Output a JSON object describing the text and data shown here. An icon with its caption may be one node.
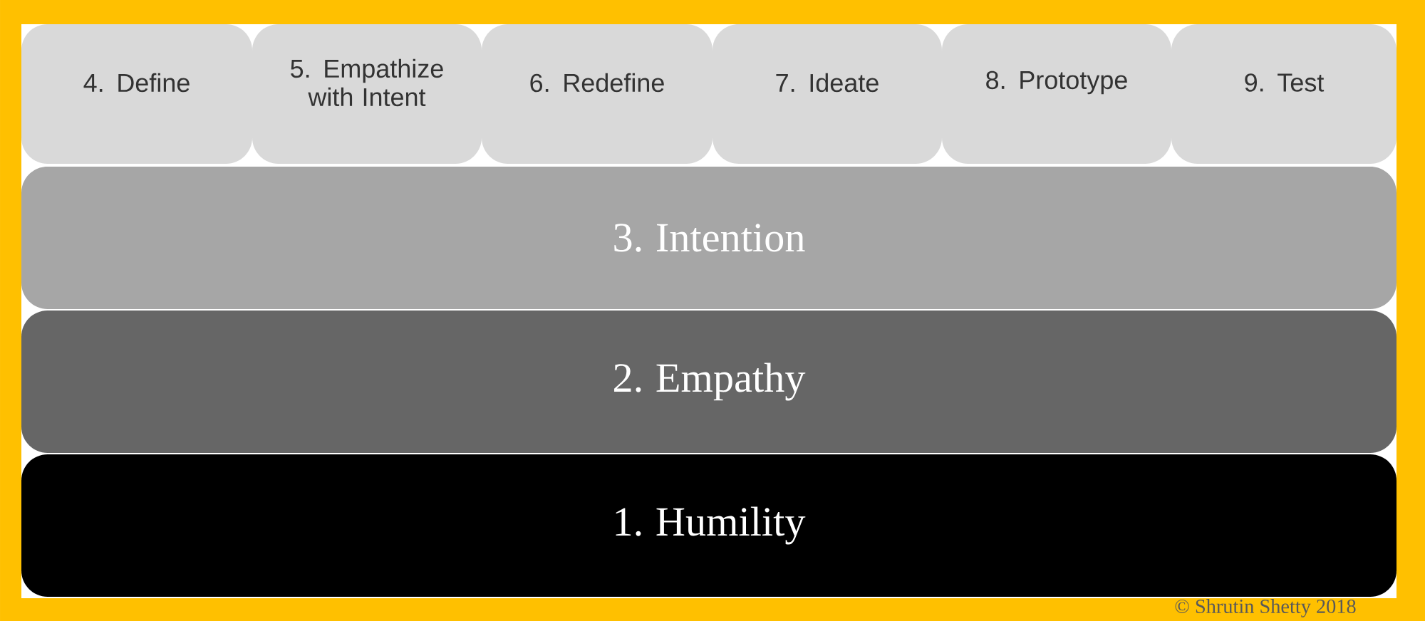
{
  "diagram": {
    "nodes": [
      {
        "text": [
          "4. Define"
        ]
      },
      {
        "text": [
          "5. Empathize with Intent"
        ]
      },
      {
        "text": [
          "6. Redefine"
        ]
      },
      {
        "text": [
          "7. Ideate"
        ]
      },
      {
        "text": [
          "8. Prototype"
        ]
      },
      {
        "text": [
          "9. Test"
        ]
      },
      {
        "text": [
          "3. Intention"
        ]
      },
      {
        "text": [
          "2. Empathy"
        ]
      },
      {
        "text": [
          "1. Humility"
        ]
      }
    ],
    "labels": [
      "© Shrutin Shetty 2018"
    ]
  }
}
